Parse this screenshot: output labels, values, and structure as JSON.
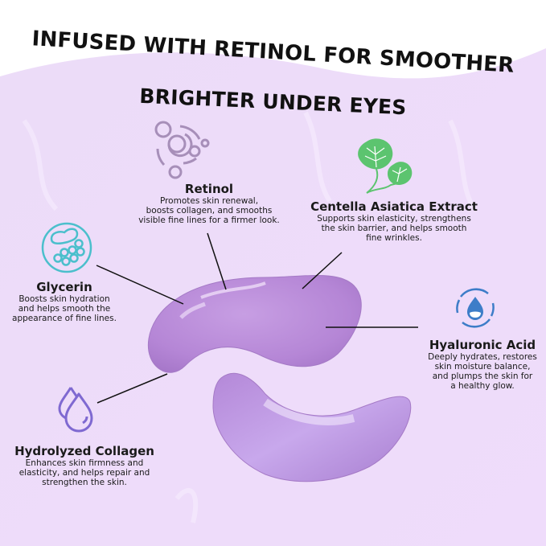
{
  "headline": {
    "line1": "INFUSED WITH RETINOL FOR SMOOTHER",
    "line2": "BRIGHTER UNDER EYES"
  },
  "colors": {
    "background_lavender": "#eedcf9",
    "patch_purple": "#b98ad9",
    "icon_mauve": "#a78fb9",
    "icon_green": "#5cc46f",
    "icon_teal": "#4bbfcc",
    "icon_blue": "#3d7dc8",
    "icon_violet": "#7f69d1",
    "text_dark": "#1a1a1a"
  },
  "ingredients": [
    {
      "name": "Retinol",
      "icon": "bubbles-icon",
      "description": "Promotes skin renewal,\nboosts collagen, and smooths\nvisible fine lines for a firmer look."
    },
    {
      "name": "Centella Asiatica Extract",
      "icon": "leaf-icon",
      "description": "Supports skin elasticity, strengthens\nthe skin barrier, and helps smooth\nfine wrinkles."
    },
    {
      "name": "Glycerin",
      "icon": "cell-icon",
      "description": "Boosts skin hydration\nand helps smooth the\nappearance of fine lines."
    },
    {
      "name": "Hyaluronic Acid",
      "icon": "water-drop-icon",
      "description": "Deeply hydrates, restores\nskin moisture balance,\nand plumps the skin for\na healthy glow."
    },
    {
      "name": "Hydrolyzed Collagen",
      "icon": "double-drop-icon",
      "description": "Enhances skin firmness and\nelasticity, and helps repair and\nstrengthen the skin."
    }
  ],
  "product": {
    "items": [
      "eye-patch-top",
      "eye-patch-bottom"
    ]
  }
}
